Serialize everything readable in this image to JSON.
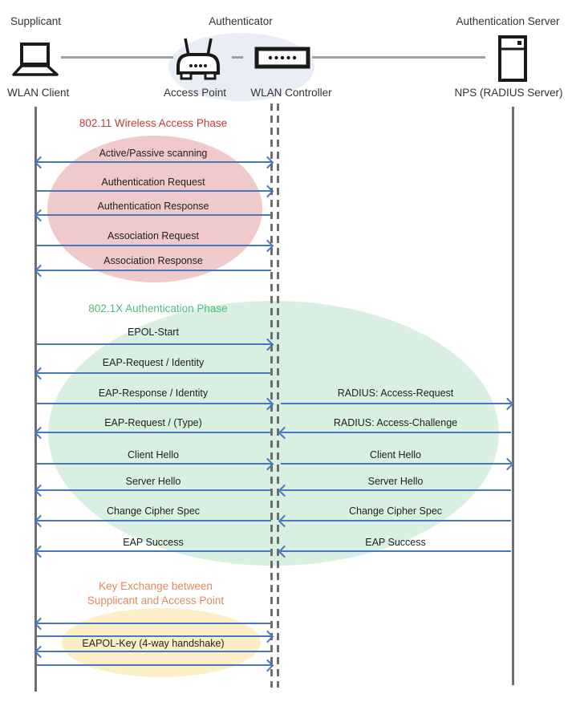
{
  "header": {
    "roles": [
      {
        "label": "Supplicant"
      },
      {
        "label": "Authenticator"
      },
      {
        "label": "Authentication Server"
      }
    ],
    "nodes": [
      {
        "label": "WLAN Client",
        "icon": "laptop-icon"
      },
      {
        "label": "Access Point",
        "icon": "access-point-icon"
      },
      {
        "label": "WLAN Controller",
        "icon": "wlan-controller-icon"
      },
      {
        "label": "NPS (RADIUS Server)",
        "icon": "server-icon"
      }
    ]
  },
  "colors": {
    "arrow_blue": "#4678BE",
    "lifeline_gray": "#6E6E6E",
    "phase1_title": "#C03C3C",
    "phase1_fill": "#F0CACA",
    "phase2_title": "#4CBE7C",
    "phase2_fill": "#D8EFE1",
    "phase3_title": "#E28A5C",
    "phase3_fill": "#FCEFC8",
    "icon_group_fill": "#E9EDF6"
  },
  "phases": [
    {
      "title": "802.11 Wireless Access Phase",
      "messages": [
        {
          "label": "Active/Passive scanning",
          "direction": "both"
        },
        {
          "label": "Authentication Request",
          "direction": "right"
        },
        {
          "label": "Authentication Response",
          "direction": "left"
        },
        {
          "label": "Association Request",
          "direction": "right"
        },
        {
          "label": "Association Response",
          "direction": "left"
        }
      ]
    },
    {
      "title": "802.1X Authentication Phase",
      "client_messages": [
        {
          "label": "EPOL-Start",
          "direction": "right"
        },
        {
          "label": "EAP-Request / Identity",
          "direction": "left"
        },
        {
          "label": "EAP-Response / Identity",
          "direction": "right"
        },
        {
          "label": "EAP-Request / (Type)",
          "direction": "left"
        },
        {
          "label": "Client Hello",
          "direction": "right"
        },
        {
          "label": "Server Hello",
          "direction": "left"
        },
        {
          "label": "Change Cipher Spec",
          "direction": "left"
        },
        {
          "label": "EAP Success",
          "direction": "left"
        }
      ],
      "server_messages": [
        {
          "label": "RADIUS: Access-Request",
          "direction": "right"
        },
        {
          "label": "RADIUS: Access-Challenge",
          "direction": "left"
        },
        {
          "label": "Client Hello",
          "direction": "right"
        },
        {
          "label": "Server Hello",
          "direction": "left"
        },
        {
          "label": "Change Cipher Spec",
          "direction": "left"
        },
        {
          "label": "EAP Success",
          "direction": "left"
        }
      ]
    },
    {
      "title_lines": [
        "Key Exchange between",
        "Supplicant and Access Point"
      ],
      "messages": [
        {
          "label": "EAPOL-Key (4-way handshake)",
          "direction": "both"
        }
      ]
    }
  ]
}
